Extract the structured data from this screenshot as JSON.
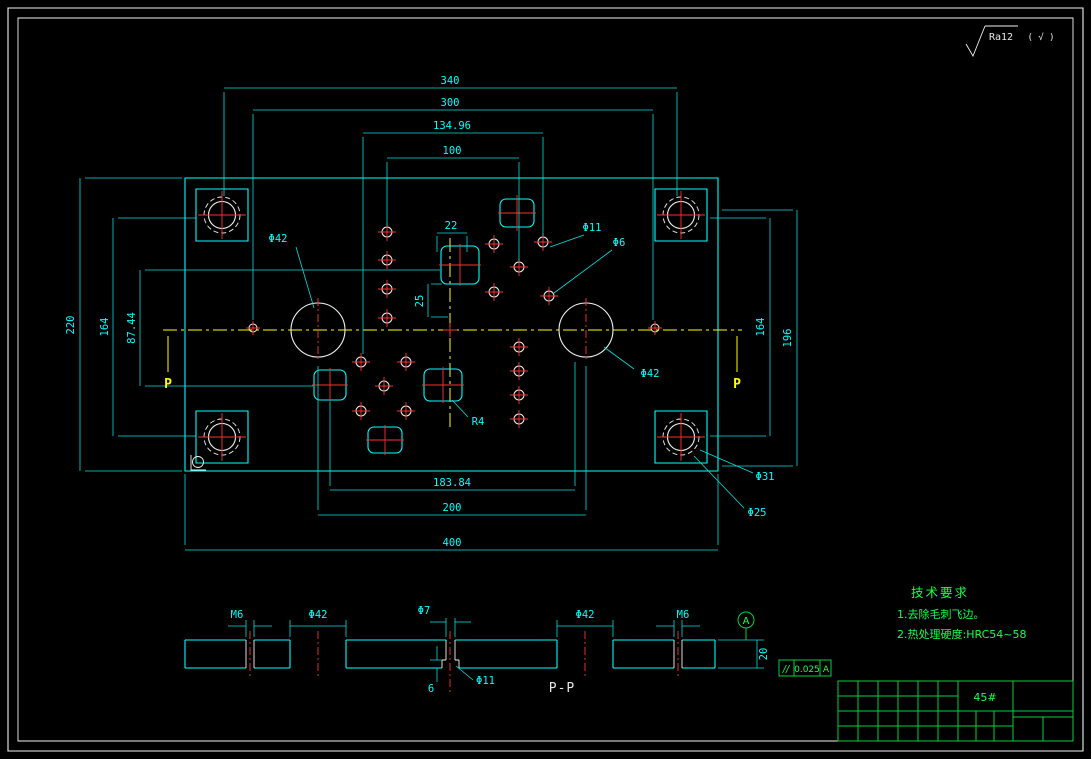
{
  "colors": {
    "background": "#000000",
    "geometry_cyan": "#00ffff",
    "geometry_white": "#f2f2f2",
    "centerline_yellow": "#ffff00",
    "hole_mark_red": "#ff3030",
    "annotation_green": "#19ff4d",
    "hatch_green": "#00b43c"
  },
  "roughness": {
    "value": "Ra12",
    "others": "( √ )"
  },
  "plan": {
    "dims": {
      "w340": "340",
      "w300": "300",
      "w134_96": "134.96",
      "w100": "100",
      "w22": "22",
      "v25": "25",
      "h220": "220",
      "h164_left": "164",
      "h87_44": "87.44",
      "h164_right": "164",
      "h196": "196",
      "w183_84": "183.84",
      "w200": "200",
      "w400": "400"
    },
    "callouts": {
      "phi42_left": "Φ42",
      "phi42_right": "Φ42",
      "phi11": "Φ11",
      "phi6": "Φ6",
      "phi31": "Φ31",
      "phi25": "Φ25",
      "r4": "R4"
    },
    "section_marks": {
      "left": "P",
      "right": "P"
    }
  },
  "section": {
    "title": "P-P",
    "dims": {
      "m6_left": "M6",
      "phi42_left": "Φ42",
      "phi7": "Φ7",
      "phi11": "Φ11",
      "depth": "6",
      "phi42_right": "Φ42",
      "m6_right": "M6",
      "thickness": "20"
    },
    "datum_label": "A",
    "tolerance": {
      "symbol": "//",
      "value": "0.025",
      "datum": "A"
    }
  },
  "notes": {
    "title": "技术要求",
    "items": [
      "1.去除毛刺飞边。",
      "2.热处理硬度:HRC54~58"
    ]
  },
  "title_block": {
    "material": "45#"
  }
}
